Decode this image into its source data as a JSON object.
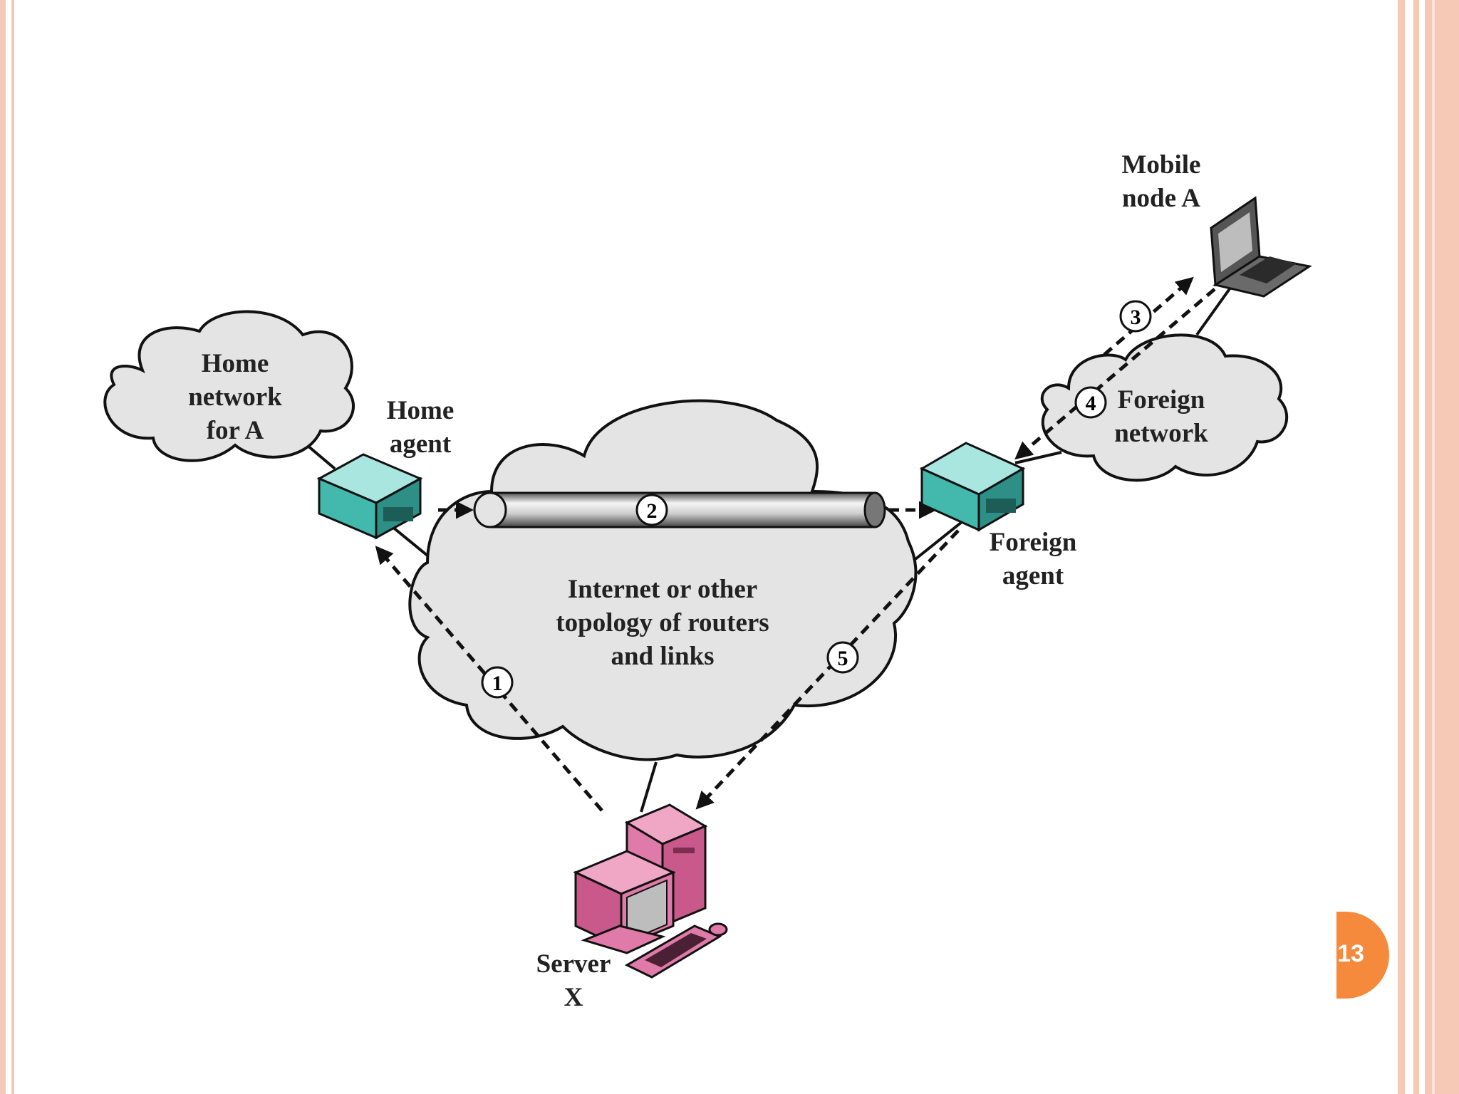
{
  "labels": {
    "home_network": "Home\nnetwork\nfor A",
    "home_agent": "Home\nagent",
    "mobile_node": "Mobile\nnode A",
    "foreign_network": "Foreign\nnetwork",
    "foreign_agent": "Foreign\nagent",
    "internet": "Internet or other\ntopology of routers\nand links",
    "server": "Server\nX"
  },
  "steps": [
    "1",
    "2",
    "3",
    "4",
    "5"
  ],
  "page_number": "13",
  "colors": {
    "cloud_fill": "#e4e4e4",
    "agent_box": "#4ec3b8",
    "server": "#e07aa8",
    "laptop": "#555555",
    "slide_border": "#f6c8b6",
    "badge": "#f58a3c"
  }
}
